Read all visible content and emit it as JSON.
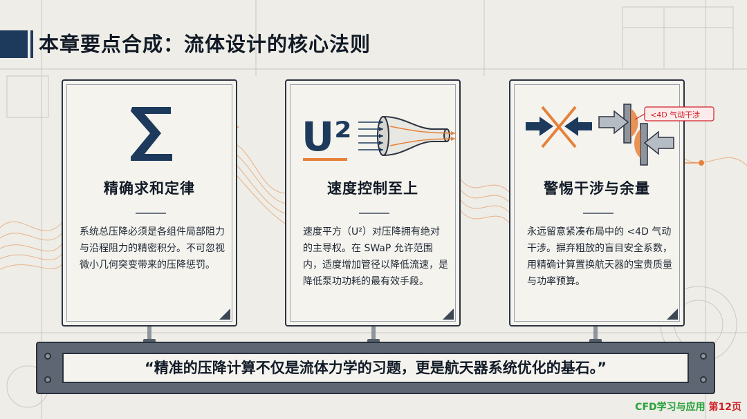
{
  "title": "本章要点合成：流体设计的核心法则",
  "cards": [
    {
      "icon": "sigma-icon",
      "title": "精确求和定律",
      "body": "系统总压降必须是各组件局部阻力与沿程阻力的精密积分。不可忽视微小几何突变带来的压降惩罚。"
    },
    {
      "icon": "velocity-squared-icon",
      "icon_text": "U²",
      "title": "速度控制至上",
      "body": "速度平方（U²）对压降拥有绝对的主导权。在 SWaP 允许范围内，适度增加管径以降低流速，是降低泵功功耗的最有效手段。"
    },
    {
      "icon": "interference-icon",
      "callout": "<4D 气动干涉",
      "title": "警惕干涉与余量",
      "body": "永远留意紧凑布局中的 <4D 气动干涉。摒弃粗放的盲目安全系数，用精确计算置换航天器的宝贵质量与功率预算。"
    }
  ],
  "quote": "“精准的压降计算不仅是流体力学的习题，更是航天器系统优化的基石。”",
  "footer": {
    "course": "CFD学习与应用",
    "page": "第12页"
  },
  "colors": {
    "navy": "#1d3a5c",
    "accent": "#e6813a",
    "footer_green": "#27a23a",
    "footer_red": "#d1202a"
  }
}
